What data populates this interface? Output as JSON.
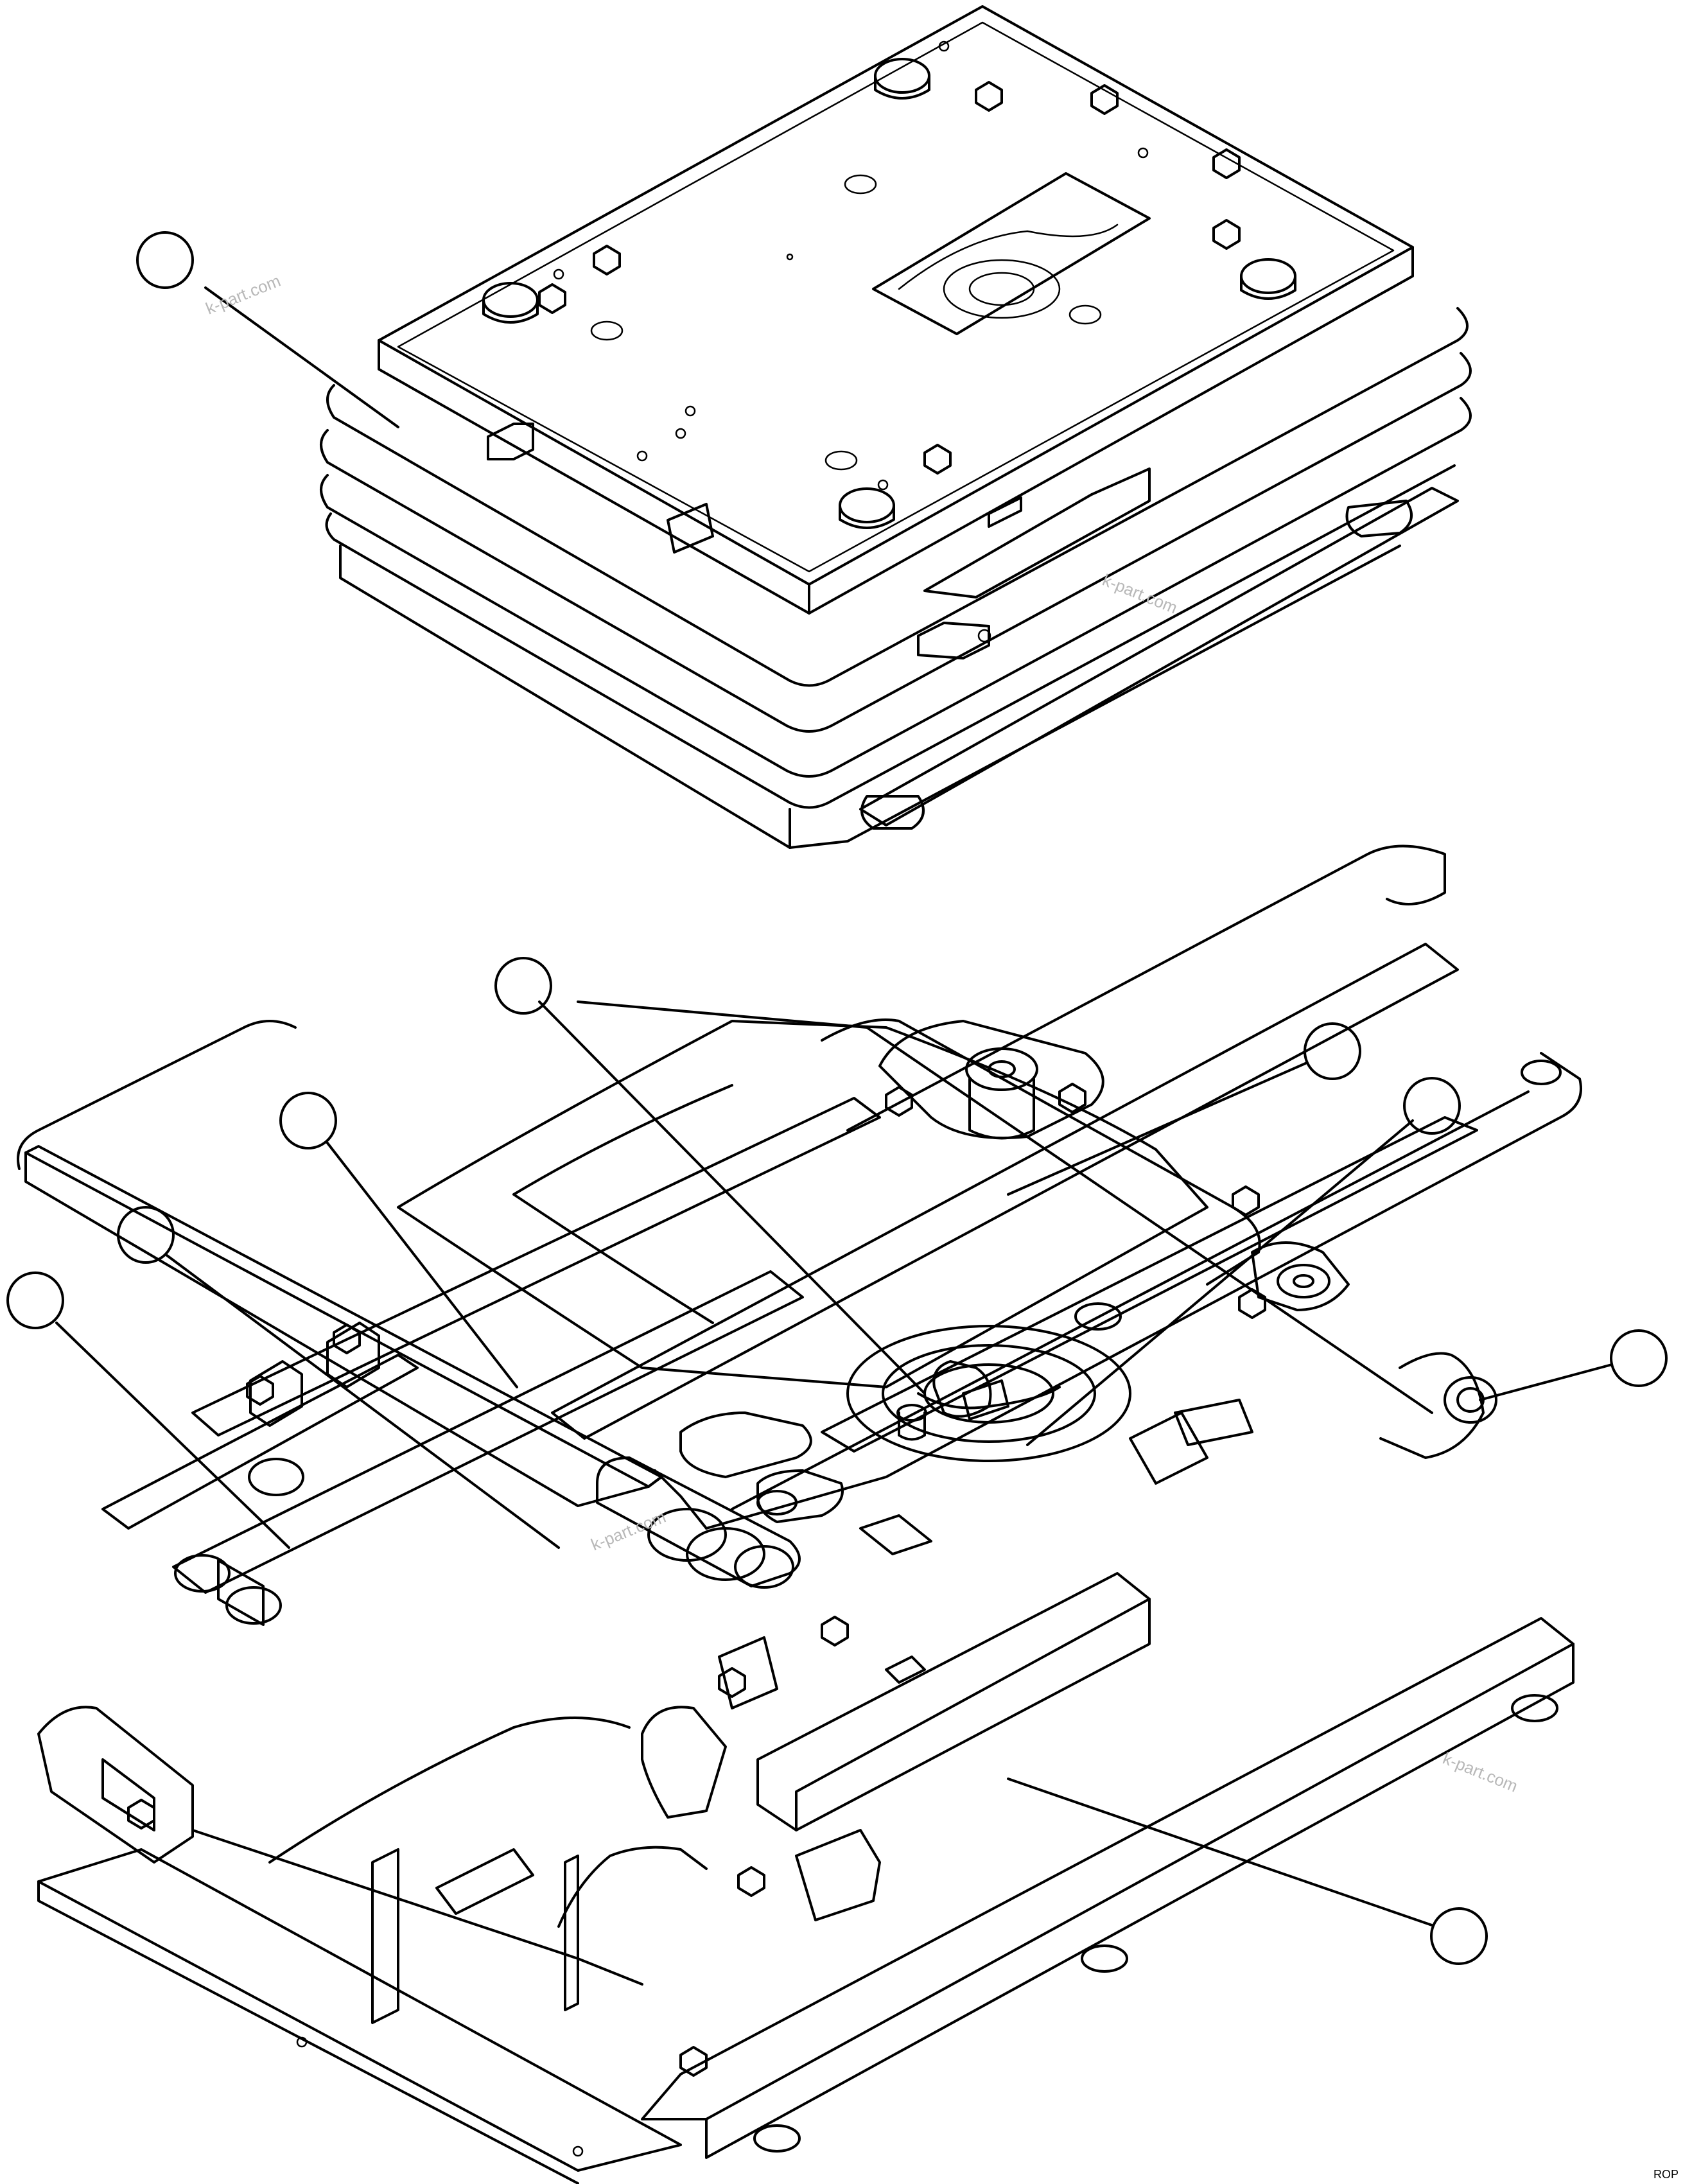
{
  "figure": {
    "watermark_text": "k-part.com",
    "drawing_code": "ROP",
    "line_color": "#000000",
    "background_color": "#ffffff"
  },
  "upper_view": {
    "callouts": [
      {
        "id": "c1",
        "label": ""
      }
    ]
  },
  "lower_view": {
    "callouts": [
      {
        "id": "c2",
        "label": ""
      },
      {
        "id": "c3",
        "label": ""
      },
      {
        "id": "c4",
        "label": ""
      },
      {
        "id": "c5",
        "label": ""
      },
      {
        "id": "c6",
        "label": ""
      },
      {
        "id": "c7",
        "label": ""
      },
      {
        "id": "c8",
        "label": ""
      },
      {
        "id": "c9",
        "label": ""
      }
    ]
  }
}
